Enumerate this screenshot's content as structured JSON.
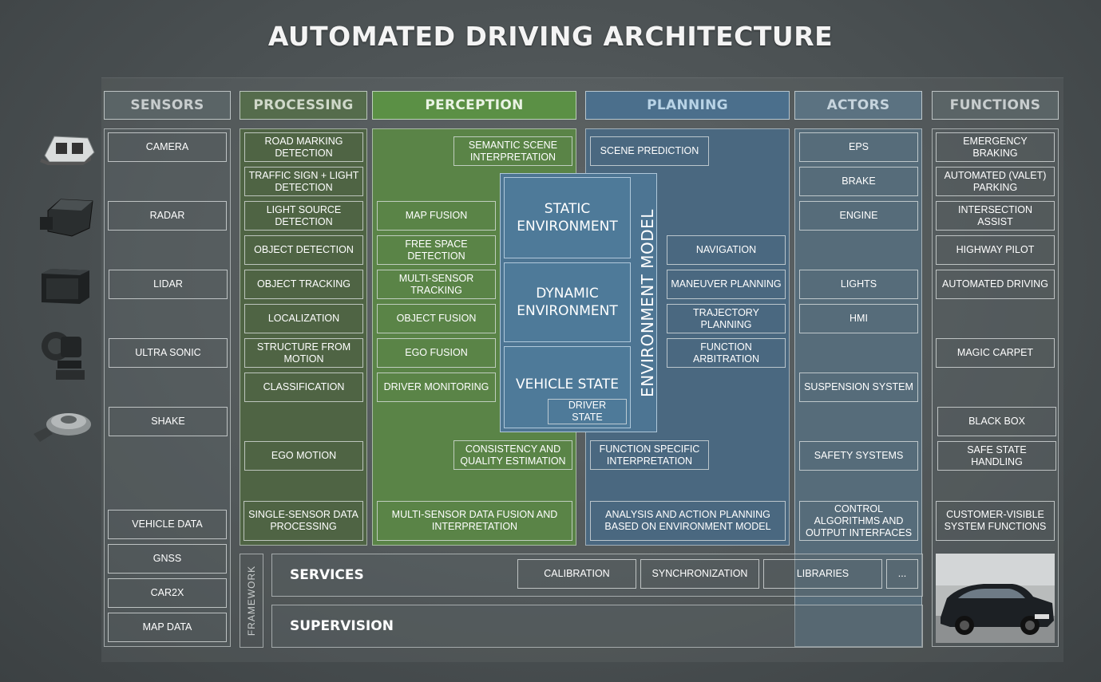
{
  "title": "AUTOMATED DRIVING ARCHITECTURE",
  "headers": {
    "sensors": "SENSORS",
    "processing": "PROCESSING",
    "perception": "PERCEPTION",
    "planning": "PLANNING",
    "actors": "ACTORS",
    "functions": "FUNCTIONS"
  },
  "sensors": [
    "CAMERA",
    "RADAR",
    "LIDAR",
    "ULTRA SONIC",
    "SHAKE",
    "VEHICLE DATA",
    "GNSS",
    "CAR2X",
    "MAP DATA"
  ],
  "processing": [
    "ROAD MARKING DETECTION",
    "TRAFFIC SIGN + LIGHT DETECTION",
    "LIGHT SOURCE DETECTION",
    "OBJECT DETECTION",
    "OBJECT TRACKING",
    "LOCALIZATION",
    "STRUCTURE FROM MOTION",
    "CLASSIFICATION",
    "EGO MOTION",
    "SINGLE-SENSOR DATA PROCESSING"
  ],
  "perception": {
    "semantic": "SEMANTIC SCENE INTERPRETATION",
    "items": [
      "MAP FUSION",
      "FREE SPACE DETECTION",
      "MULTI-SENSOR TRACKING",
      "OBJECT FUSION",
      "EGO FUSION",
      "DRIVER MONITORING"
    ],
    "consistency": "CONSISTENCY AND QUALITY ESTIMATION",
    "footer": "MULTI-SENSOR DATA FUSION AND INTERPRETATION"
  },
  "environment": {
    "static": "STATIC ENVIRONMENT",
    "dynamic": "DYNAMIC ENVIRONMENT",
    "vehicle": "VEHICLE STATE",
    "driver_state": "DRIVER STATE",
    "model": "ENVIRONMENT MODEL"
  },
  "planning": {
    "scene": "SCENE PREDICTION",
    "items": [
      "NAVIGATION",
      "MANEUVER PLANNING",
      "TRAJECTORY PLANNING",
      "FUNCTION ARBITRATION"
    ],
    "function_specific": "FUNCTION SPECIFIC INTERPRETATION",
    "footer": "ANALYSIS AND ACTION PLANNING BASED ON ENVIRONMENT MODEL"
  },
  "actors": [
    "EPS",
    "BRAKE",
    "ENGINE",
    "LIGHTS",
    "HMI",
    "SUSPENSION SYSTEM",
    "SAFETY SYSTEMS",
    "CONTROL ALGORITHMS AND OUTPUT INTERFACES"
  ],
  "functions": [
    "EMERGENCY BRAKING",
    "AUTOMATED (VALET) PARKING",
    "INTERSECTION ASSIST",
    "HIGHWAY PILOT",
    "AUTOMATED DRIVING",
    "MAGIC CARPET",
    "BLACK BOX",
    "SAFE STATE HANDLING",
    "CUSTOMER-VISIBLE SYSTEM FUNCTIONS"
  ],
  "framework": {
    "label": "FRAMEWORK",
    "services": "SERVICES",
    "supervision": "SUPERVISION",
    "service_items": [
      "CALIBRATION",
      "SYNCHRONIZATION",
      "LIBRARIES",
      "..."
    ]
  },
  "icons": [
    "camera-icon",
    "radar-icon",
    "lidar-icon",
    "ultrasonic-icon",
    "shake-icon",
    "car-photo"
  ],
  "colors": {
    "processing": "#4f6a44",
    "perception": "#5f8b48",
    "planning": "#4e6f88",
    "actors": "#5d7381",
    "env": "#4e7a99"
  }
}
